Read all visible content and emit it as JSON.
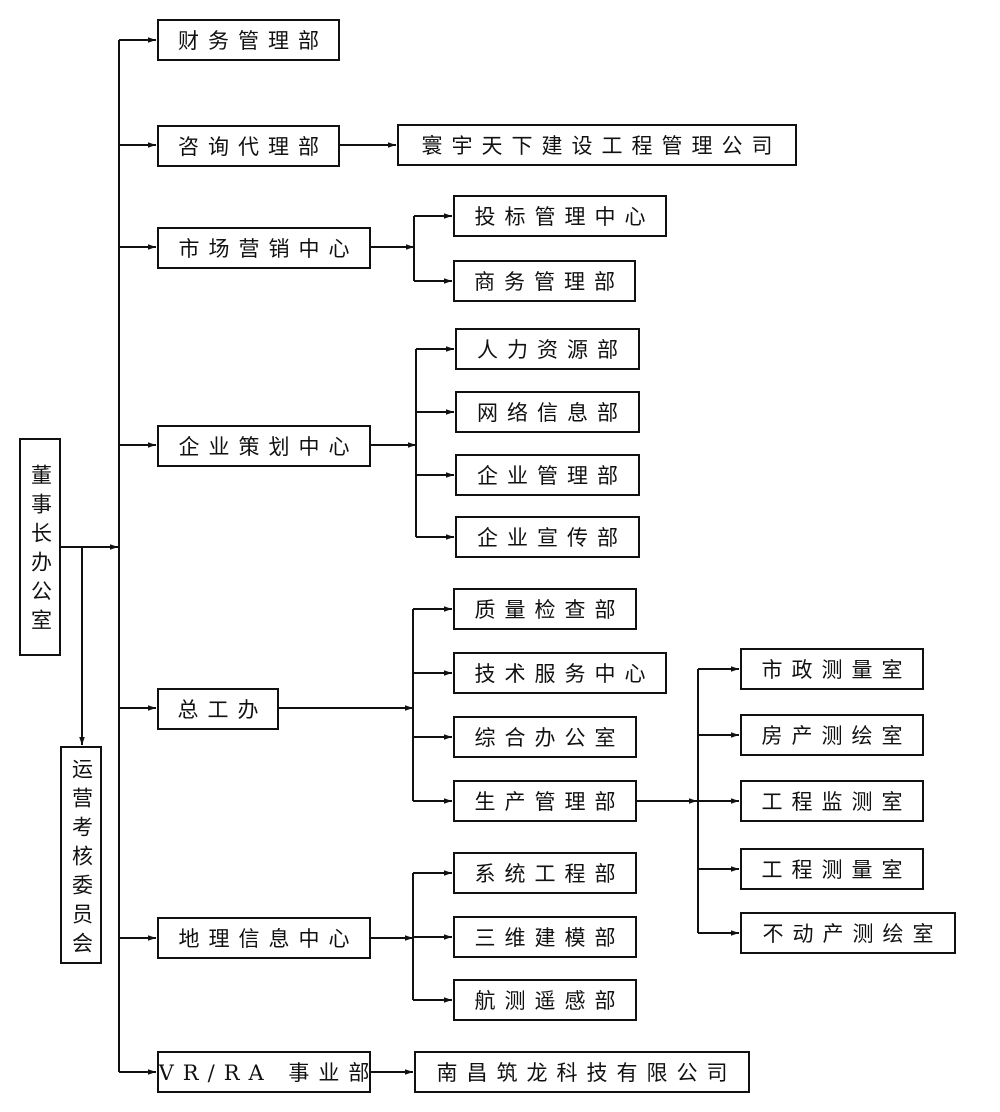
{
  "nodes": {
    "chairman": "董事长办公室",
    "committee": "运营考核委员会",
    "finance": "财务管理部",
    "consult": "咨询代理部",
    "huanyu": "寰宇天下建设工程管理公司",
    "marketing": "市场营销中心",
    "bid": "投标管理中心",
    "business": "商务管理部",
    "planning": "企业策划中心",
    "hr": "人力资源部",
    "network": "网络信息部",
    "enterprise_mgmt": "企业管理部",
    "publicity": "企业宣传部",
    "chief_eng": "总工办",
    "quality": "质量检查部",
    "tech_service": "技术服务中心",
    "general_office": "综合办公室",
    "production": "生产管理部",
    "municipal": "市政测量室",
    "housing": "房产测绘室",
    "eng_monitor": "工程监测室",
    "eng_survey": "工程测量室",
    "realestate": "不动产测绘室",
    "geo": "地理信息中心",
    "system_eng": "系统工程部",
    "modeling": "三维建模部",
    "remote_sensing": "航测遥感部",
    "vrra": "VR/RA 事业部",
    "zhulong": "南昌筑龙科技有限公司"
  }
}
